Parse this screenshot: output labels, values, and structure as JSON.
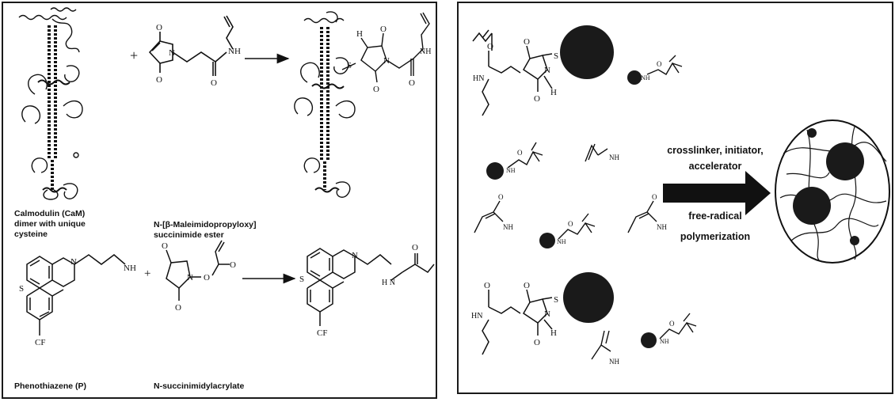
{
  "left_panel": {
    "top_reaction": {
      "plus": "+",
      "reactant1_label": [
        "Calmodulin (CaM)",
        "dimer with unique",
        "cysteine"
      ],
      "reactant2_label": [
        "N-[β-Maleimidopropyloxy]",
        "succinimide ester"
      ]
    },
    "bottom_reaction": {
      "plus": "+",
      "reactant1_label": "Phenothiazene (P)",
      "reactant2_label": "N-succinimidylacrylate"
    },
    "atoms": {
      "O": "O",
      "N": "N",
      "NH": "NH",
      "H": "H",
      "S": "S",
      "NH2": "NH",
      "CF3_a": "CF",
      "CF3_b": "CF",
      "HN": "H N"
    }
  },
  "right_panel": {
    "arrow_label_top": [
      "crosslinker, initiator,",
      "accelerator"
    ],
    "arrow_label_bottom": [
      "free-radical",
      "polymerization"
    ],
    "atoms": {
      "O": "O",
      "N": "N",
      "HN": "HN",
      "S": "S",
      "H": "H",
      "NH": "NH",
      "NH2": "NH"
    }
  },
  "colors": {
    "ink": "#111111",
    "sphere": "#1a1a1a"
  }
}
